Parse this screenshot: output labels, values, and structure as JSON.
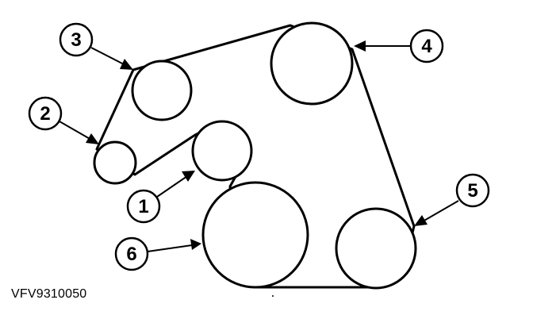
{
  "callouts": [
    "1",
    "2",
    "3",
    "4",
    "5",
    "6"
  ],
  "figure_code": "VFV9310050",
  "colors": {
    "line": "#000000",
    "background": "#ffffff"
  }
}
